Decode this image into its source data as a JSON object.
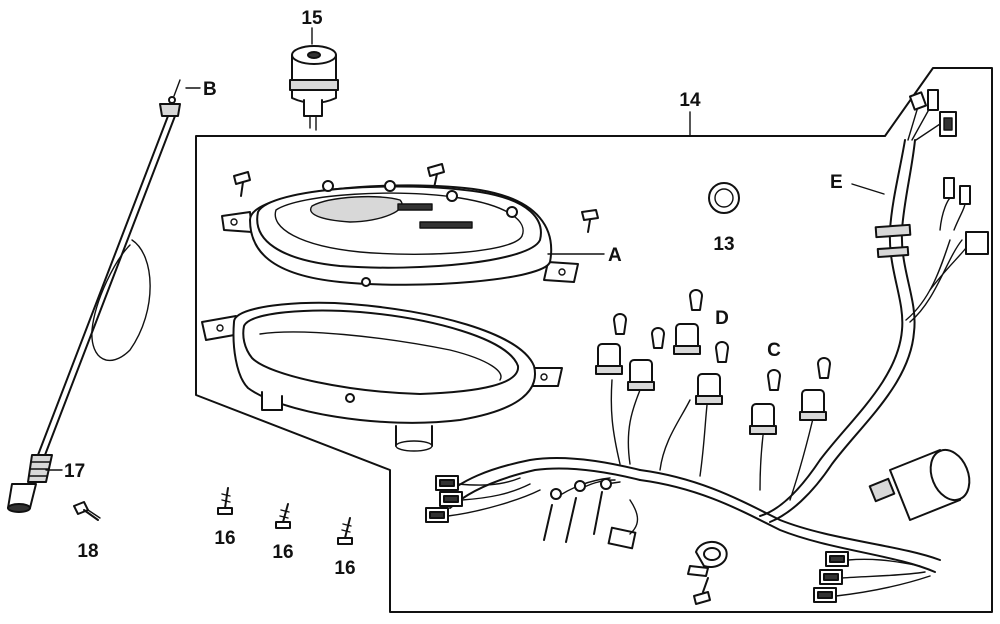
{
  "labels": {
    "l13": "13",
    "l14": "14",
    "l15": "15",
    "l16a": "16",
    "l16b": "16",
    "l16c": "16",
    "l17": "17",
    "l18": "18",
    "lA": "A",
    "lB": "B",
    "lC": "C",
    "lD": "D",
    "lE": "E"
  },
  "colors": {
    "line": "#111111",
    "background": "#ffffff",
    "shade": "#d8d8d8"
  }
}
